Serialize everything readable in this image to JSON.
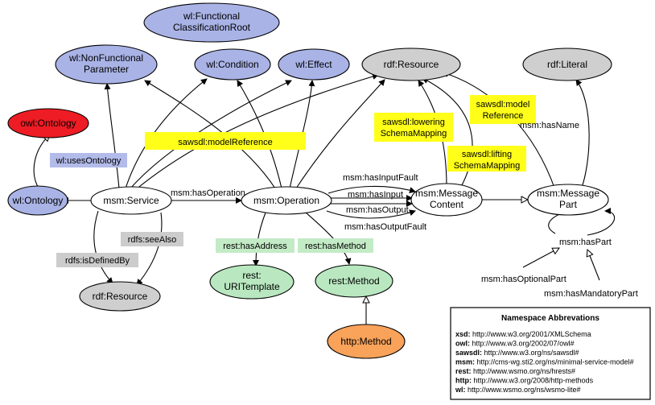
{
  "colors": {
    "wl": "#a9b3e6",
    "rdf": "#cfcfcf",
    "owl_ontology": "#ee1c24",
    "msm": "#ffffff",
    "rest": "#b9e8c0",
    "http": "#f8a25a",
    "sawsdl": "#ffff1a",
    "rest_label": "#c3ebc6",
    "rdfs_label": "#cccccc",
    "wl_label": "#b2bbe9"
  },
  "nodes": {
    "wl_functional_root": [
      "wl:Functional",
      "ClassificationRoot"
    ],
    "wl_nonfunctional_parameter": [
      "wl:NonFunctional",
      "Parameter"
    ],
    "wl_condition": [
      "wl:Condition"
    ],
    "wl_effect": [
      "wl:Effect"
    ],
    "rdf_resource_top": [
      "rdf:Resource"
    ],
    "rdf_literal": [
      "rdf:Literal"
    ],
    "owl_ontology": [
      "owl:Ontology"
    ],
    "wl_ontology": [
      "wl:Ontology"
    ],
    "msm_service": [
      "msm:Service"
    ],
    "msm_operation": [
      "msm:Operation"
    ],
    "msm_message_content": [
      "msm:Message",
      "Content"
    ],
    "msm_message_part": [
      "msm:Message",
      "Part"
    ],
    "rdf_resource_bottom": [
      "rdf:Resource"
    ],
    "rest_uri_template": [
      "rest:",
      "URITemplate"
    ],
    "rest_method": [
      "rest:Method"
    ],
    "http_method": [
      "http:Method"
    ]
  },
  "labels": {
    "sawsdl_model_reference": "sawsdl:modelReference",
    "sawsdl_lowering": [
      "sawsdl:lowering",
      "SchemaMapping"
    ],
    "sawsdl_lifting": [
      "sawsdl:lifting",
      "SchemaMapping"
    ],
    "sawsdl_model_reference_part": [
      "sawsdl:model",
      "Reference"
    ],
    "msm_has_name": "msm:hasName",
    "wl_uses_ontology": "wl:usesOntology",
    "msm_has_operation": "msm:hasOperation",
    "msm_has_input_fault": "msm:hasInputFault",
    "msm_has_input": "msm:hasInput",
    "msm_has_output": "msm:hasOutput",
    "msm_has_output_fault": "msm:hasOutputFault",
    "rdfs_see_also": "rdfs:seeAlso",
    "rdfs_is_defined_by": "rdfs:isDefinedBy",
    "rest_has_address": "rest:hasAddress",
    "rest_has_method": "rest:hasMethod",
    "msm_has_part": "msm:hasPart",
    "msm_has_optional_part": "msm:hasOptionalPart",
    "msm_has_mandatory_part": "msm:hasMandatoryPart"
  },
  "namespace_box": {
    "title": "Namespace Abbrevations",
    "entries": [
      {
        "prefix": "xsd:",
        "uri": "http://www.w3.org/2001/XMLSchema"
      },
      {
        "prefix": "owl:",
        "uri": "http://www.w3.org/2002/07/owl#"
      },
      {
        "prefix": "sawsdl:",
        "uri": "http://www.w3.org/ns/sawsdl#"
      },
      {
        "prefix": "msm:",
        "uri": "http://cms-wg.sti2.org/ns/minimal-service-model#"
      },
      {
        "prefix": "rest:",
        "uri": "http://www.wsmo.org/ns/hrests#"
      },
      {
        "prefix": "http:",
        "uri": "http://www.w3.org/2008/http-methods"
      },
      {
        "prefix": "wl:",
        "uri": "http://www.wsmo.org/ns/wsmo-lite#"
      }
    ]
  }
}
